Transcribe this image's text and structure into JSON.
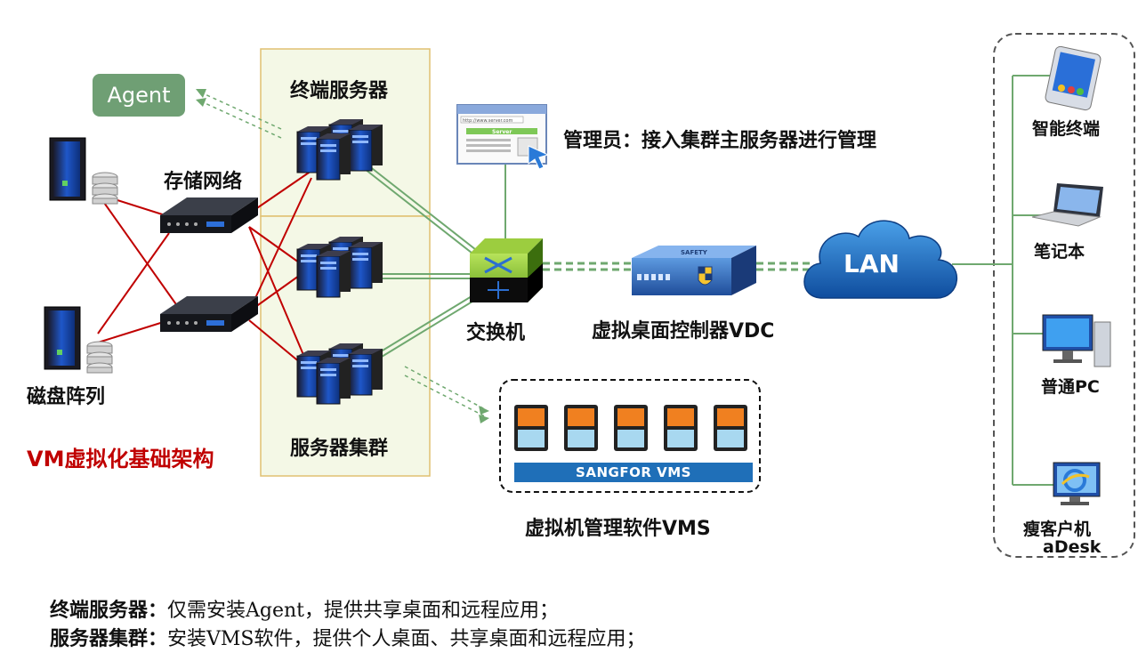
{
  "labels": {
    "agent": "Agent",
    "terminal_servers": "终端服务器",
    "storage_network": "存储网络",
    "disk_array": "磁盘阵列",
    "vm_infra": "VM虚拟化基础架构",
    "server_cluster": "服务器集群",
    "admin": "管理员：接入集群主服务器进行管理",
    "switch": "交换机",
    "vdc": "虚拟桌面控制器VDC",
    "lan": "LAN",
    "vms_software": "虚拟机管理软件VMS",
    "sangfor_vms": "SANGFOR VMS",
    "screen_url": "http://www.server.com",
    "screen_title": "Server",
    "vdc_badge": "SAFETY"
  },
  "clients": [
    {
      "label": "智能终端",
      "icon": "tablet-icon"
    },
    {
      "label": "笔记本",
      "icon": "laptop-icon"
    },
    {
      "label": "普通PC",
      "icon": "desktop-pc-icon"
    },
    {
      "label": "瘦客户机",
      "label2": "aDesk",
      "icon": "thin-client-icon"
    }
  ],
  "notes": [
    {
      "head": "终端服务器：",
      "body": "仅需安装Agent，提供共享桌面和远程应用；"
    },
    {
      "head": "服务器集群：",
      "body": "安装VMS软件，提供个人桌面、共享桌面和远程应用；"
    }
  ],
  "colors": {
    "san_link": "#c00000",
    "net_link": "#6fa86f",
    "agent_box": "#6f9f74",
    "panel_fill": "#f4f8e6",
    "panel_border": "#e0c070",
    "vms_top": "#f08020",
    "vms_bottom": "#a8d8f0",
    "sangfor_bar": "#1f6fb8"
  }
}
